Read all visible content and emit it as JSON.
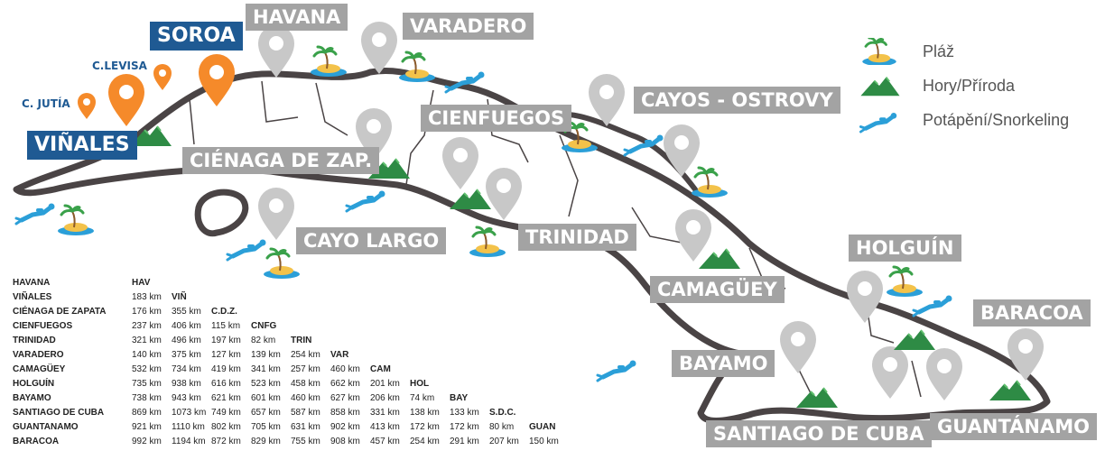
{
  "labels": {
    "havana": "HAVANA",
    "varadero": "VARADERO",
    "soroa": "SOROA",
    "c_levisa": "C.LEVISA",
    "c_jutia": "C. JUTÍA",
    "vinales": "VIÑALES",
    "cienaga": "CIÉNAGA DE ZAP.",
    "cienfuegos": "CIENFUEGOS",
    "cayos": "CAYOS - OSTROVY",
    "cayo_largo": "CAYO LARGO",
    "trinidad": "TRINIDAD",
    "camaguey": "CAMAGÜEY",
    "holguin": "HOLGUÍN",
    "baracoa": "BARACOA",
    "bayamo": "BAYAMO",
    "santiago": "SANTIAGO DE CUBA",
    "guantanamo": "GUANTÁNAMO"
  },
  "legend": {
    "beach": "Pláž",
    "mountains": "Hory/Příroda",
    "diving": "Potápění/Snorkeling"
  },
  "colors": {
    "orange": "#f58a2a",
    "gray": "#a3a3a3",
    "blue": "#1f5a93",
    "island": "#4a4445",
    "mountain": "#2e8b45",
    "water": "#2b9fd8"
  },
  "distance_table": {
    "cities": [
      "HAVANA",
      "VIÑALES",
      "CIÉNAGA DE ZAPATA",
      "CIENFUEGOS",
      "TRINIDAD",
      "VARADERO",
      "CAMAGÜEY",
      "HOLGUÍN",
      "BAYAMO",
      "SANTIAGO DE CUBA",
      "GUANTANAMO",
      "BARACOA"
    ],
    "abbreviations": [
      "HAV",
      "VIÑ",
      "C.D.Z.",
      "CNFG",
      "TRIN",
      "VAR",
      "CAM",
      "HOL",
      "BAY",
      "S.D.C.",
      "GUAN"
    ],
    "rows": [
      [],
      [
        "183 km"
      ],
      [
        "176 km",
        "355 km"
      ],
      [
        "237 km",
        "406 km",
        "115 km"
      ],
      [
        "321 km",
        "496 km",
        "197 km",
        "82 km"
      ],
      [
        "140 km",
        "375 km",
        "127 km",
        "139 km",
        "254 km"
      ],
      [
        "532 km",
        "734 km",
        "419 km",
        "341 km",
        "257 km",
        "460 km"
      ],
      [
        "735 km",
        "938 km",
        "616 km",
        "523 km",
        "458 km",
        "662 km",
        "201 km"
      ],
      [
        "738 km",
        "943 km",
        "621 km",
        "601 km",
        "460 km",
        "627 km",
        "206 km",
        "74 km"
      ],
      [
        "869 km",
        "1073 km",
        "749 km",
        "657 km",
        "587 km",
        "858 km",
        "331 km",
        "138 km",
        "133 km"
      ],
      [
        "921 km",
        "1110 km",
        "802 km",
        "705 km",
        "631 km",
        "902 km",
        "413 km",
        "172 km",
        "172 km",
        "80 km"
      ],
      [
        "992 km",
        "1194 km",
        "872 km",
        "829 km",
        "755 km",
        "908 km",
        "457 km",
        "254 km",
        "291 km",
        "207 km",
        "150 km"
      ]
    ]
  }
}
